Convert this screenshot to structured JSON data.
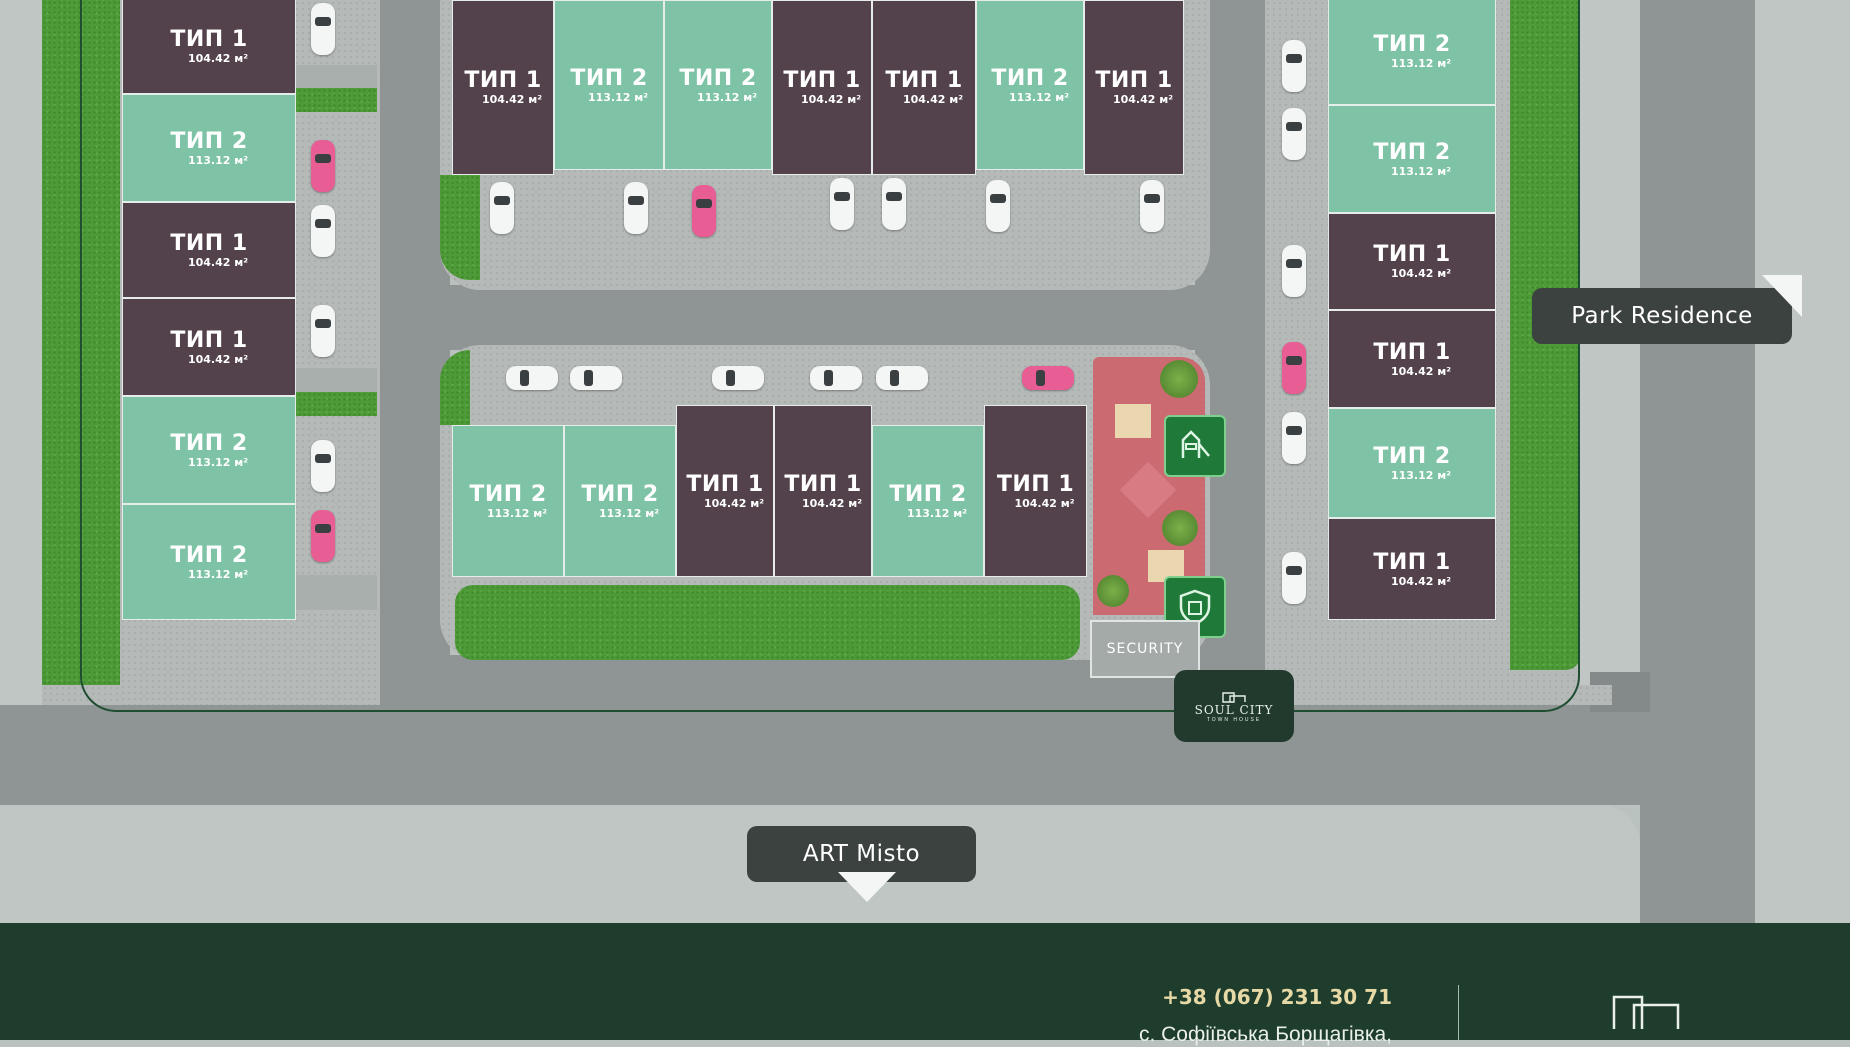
{
  "units_left": [
    {
      "type": "ТИП 1",
      "area": "104.42 м²",
      "kind": "t1"
    },
    {
      "type": "ТИП 2",
      "area": "113.12 м²",
      "kind": "t2"
    },
    {
      "type": "ТИП 1",
      "area": "104.42 м²",
      "kind": "t1"
    },
    {
      "type": "ТИП 1",
      "area": "104.42 м²",
      "kind": "t1"
    },
    {
      "type": "ТИП 2",
      "area": "113.12 м²",
      "kind": "t2"
    },
    {
      "type": "ТИП 2",
      "area": "113.12 м²",
      "kind": "t2"
    }
  ],
  "units_top": [
    {
      "type": "ТИП 1",
      "area": "104.42 м²",
      "kind": "t1"
    },
    {
      "type": "ТИП 2",
      "area": "113.12 м²",
      "kind": "t2"
    },
    {
      "type": "ТИП 2",
      "area": "113.12 м²",
      "kind": "t2"
    },
    {
      "type": "ТИП 1",
      "area": "104.42 м²",
      "kind": "t1"
    },
    {
      "type": "ТИП 1",
      "area": "104.42 м²",
      "kind": "t1"
    },
    {
      "type": "ТИП 2",
      "area": "113.12 м²",
      "kind": "t2"
    },
    {
      "type": "ТИП 1",
      "area": "104.42 м²",
      "kind": "t1"
    }
  ],
  "units_middle": [
    {
      "type": "ТИП 2",
      "area": "113.12 м²",
      "kind": "t2"
    },
    {
      "type": "ТИП 2",
      "area": "113.12 м²",
      "kind": "t2"
    },
    {
      "type": "ТИП 1",
      "area": "104.42 м²",
      "kind": "t1"
    },
    {
      "type": "ТИП 1",
      "area": "104.42 м²",
      "kind": "t1"
    },
    {
      "type": "ТИП 2",
      "area": "113.12 м²",
      "kind": "t2"
    },
    {
      "type": "ТИП 1",
      "area": "104.42 м²",
      "kind": "t1"
    }
  ],
  "units_right": [
    {
      "type": "ТИП 2",
      "area": "113.12 м²",
      "kind": "t2"
    },
    {
      "type": "ТИП 2",
      "area": "113.12 м²",
      "kind": "t2"
    },
    {
      "type": "ТИП 1",
      "area": "104.42 м²",
      "kind": "t1"
    },
    {
      "type": "ТИП 1",
      "area": "104.42 м²",
      "kind": "t1"
    },
    {
      "type": "ТИП 2",
      "area": "113.12 м²",
      "kind": "t2"
    },
    {
      "type": "ТИП 1",
      "area": "104.42 м²",
      "kind": "t1"
    }
  ],
  "labels": {
    "park_residence": "Park Residence",
    "art_misto": "ART Misto",
    "security": "SECURITY"
  },
  "logo": {
    "name": "SOUL CITY",
    "sub": "TOWN HOUSE"
  },
  "footer": {
    "phone": "+38 (067) 231 30 71",
    "address": "с. Софіївська Борщагівка,"
  },
  "colors": {
    "type1": "#53424b",
    "type2": "#7ec3a6",
    "footer": "#1e3d2c",
    "accent": "#d9cf9e"
  },
  "icons": [
    "playground-icon",
    "security-shield-icon",
    "logo-house-icon"
  ]
}
